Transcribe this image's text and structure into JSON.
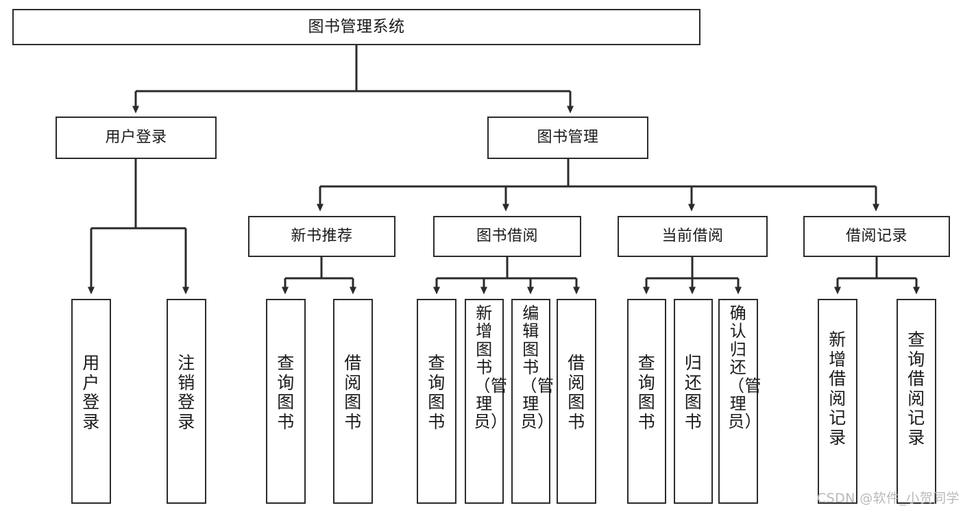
{
  "diagram": {
    "title": "图书管理系统",
    "type": "hierarchy-tree",
    "root": {
      "id": "root",
      "label": "图书管理系统",
      "orientation": "horizontal"
    },
    "level2": [
      {
        "id": "user-login",
        "label": "用户登录",
        "orientation": "horizontal"
      },
      {
        "id": "book-manage",
        "label": "图书管理",
        "orientation": "horizontal"
      }
    ],
    "level3": [
      {
        "id": "new-book-recommend",
        "label": "新书推荐",
        "orientation": "horizontal",
        "parent": "book-manage"
      },
      {
        "id": "book-borrow",
        "label": "图书借阅",
        "orientation": "horizontal",
        "parent": "book-manage"
      },
      {
        "id": "current-borrow",
        "label": "当前借阅",
        "orientation": "horizontal",
        "parent": "book-manage"
      },
      {
        "id": "borrow-record",
        "label": "借阅记录",
        "orientation": "horizontal",
        "parent": "book-manage"
      }
    ],
    "leaves": [
      {
        "id": "leaf-user-login",
        "label": "用户登录",
        "parent": "user-login"
      },
      {
        "id": "leaf-user-logout",
        "label": "注销登录",
        "parent": "user-login"
      },
      {
        "id": "leaf-query-book-rec",
        "label": "查询图书",
        "parent": "new-book-recommend"
      },
      {
        "id": "leaf-borrow-book-rec",
        "label": "借阅图书",
        "parent": "new-book-recommend"
      },
      {
        "id": "leaf-query-book-borrow",
        "label": "查询图书",
        "parent": "book-borrow"
      },
      {
        "id": "leaf-add-book",
        "label": "新增图书（管理员）",
        "parent": "book-borrow"
      },
      {
        "id": "leaf-edit-book",
        "label": "编辑图书（管理员）",
        "parent": "book-borrow"
      },
      {
        "id": "leaf-borrow-book",
        "label": "借阅图书",
        "parent": "book-borrow"
      },
      {
        "id": "leaf-query-book-current",
        "label": "查询图书",
        "parent": "current-borrow"
      },
      {
        "id": "leaf-return-book",
        "label": "归还图书",
        "parent": "current-borrow"
      },
      {
        "id": "leaf-confirm-return",
        "label": "确认归还（管理员）",
        "parent": "current-borrow"
      },
      {
        "id": "leaf-add-record",
        "label": "新增借阅记录",
        "parent": "borrow-record"
      },
      {
        "id": "leaf-query-record",
        "label": "查询借阅记录",
        "parent": "borrow-record"
      }
    ],
    "watermark": "CSDN @软件_小贺同学",
    "colors": {
      "stroke": "#2b2b2b",
      "fill": "#ffffff",
      "text": "#1a1a1a",
      "watermark": "#b9b9b9"
    }
  }
}
